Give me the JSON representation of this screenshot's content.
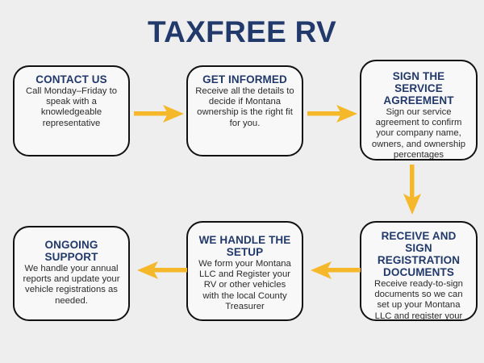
{
  "page": {
    "title": "TAXFREE RV",
    "background_color": "#eeeeee",
    "navy": "#21396b",
    "arrow_color": "#f5b82b",
    "box_border_color": "#111111",
    "box_fill_color": "#f8f8f8",
    "body_text_color": "#2b2b2b"
  },
  "steps": [
    {
      "id": "contact-us",
      "order": 1,
      "title": "CONTACT US",
      "body": "Call Monday–Friday to speak with a knowledgeable representative"
    },
    {
      "id": "get-informed",
      "order": 2,
      "title": "GET INFORMED",
      "body": "Receive all the details to decide if Montana ownership is the right fit for you."
    },
    {
      "id": "sign-the-service-agreement",
      "order": 3,
      "title": "SIGN THE SERVICE AGREEMENT",
      "body": "Sign our service agreement to confirm your company name, owners, and ownership percentages"
    },
    {
      "id": "receive-and-sign-registration-documents",
      "order": 4,
      "title": "RECEIVE AND SIGN REGISTRATION DOCUMENTS",
      "body": "Receive ready-to-sign documents so we can set up your Montana LLC and register your vehicle(s)"
    },
    {
      "id": "we-handle-the-setup",
      "order": 5,
      "title": "WE HANDLE THE SETUP",
      "body": "We form your Montana LLC and Register your RV or other vehicles with the local County Treasurer"
    },
    {
      "id": "ongoing-support",
      "order": 6,
      "title": "ONGOING SUPPORT",
      "body": "We handle your annual reports and update your vehicle registrations as needed."
    }
  ],
  "arrows": [
    {
      "id": "arrow-1",
      "direction": "right",
      "from": "contact-us",
      "to": "get-informed",
      "icon": "arrow-right-icon"
    },
    {
      "id": "arrow-2",
      "direction": "right",
      "from": "get-informed",
      "to": "sign-the-service-agreement",
      "icon": "arrow-right-icon"
    },
    {
      "id": "arrow-3",
      "direction": "down",
      "from": "sign-the-service-agreement",
      "to": "receive-and-sign-registration-documents",
      "icon": "arrow-down-icon"
    },
    {
      "id": "arrow-4",
      "direction": "left",
      "from": "receive-and-sign-registration-documents",
      "to": "we-handle-the-setup",
      "icon": "arrow-left-icon"
    },
    {
      "id": "arrow-5",
      "direction": "left",
      "from": "we-handle-the-setup",
      "to": "ongoing-support",
      "icon": "arrow-left-icon"
    }
  ]
}
